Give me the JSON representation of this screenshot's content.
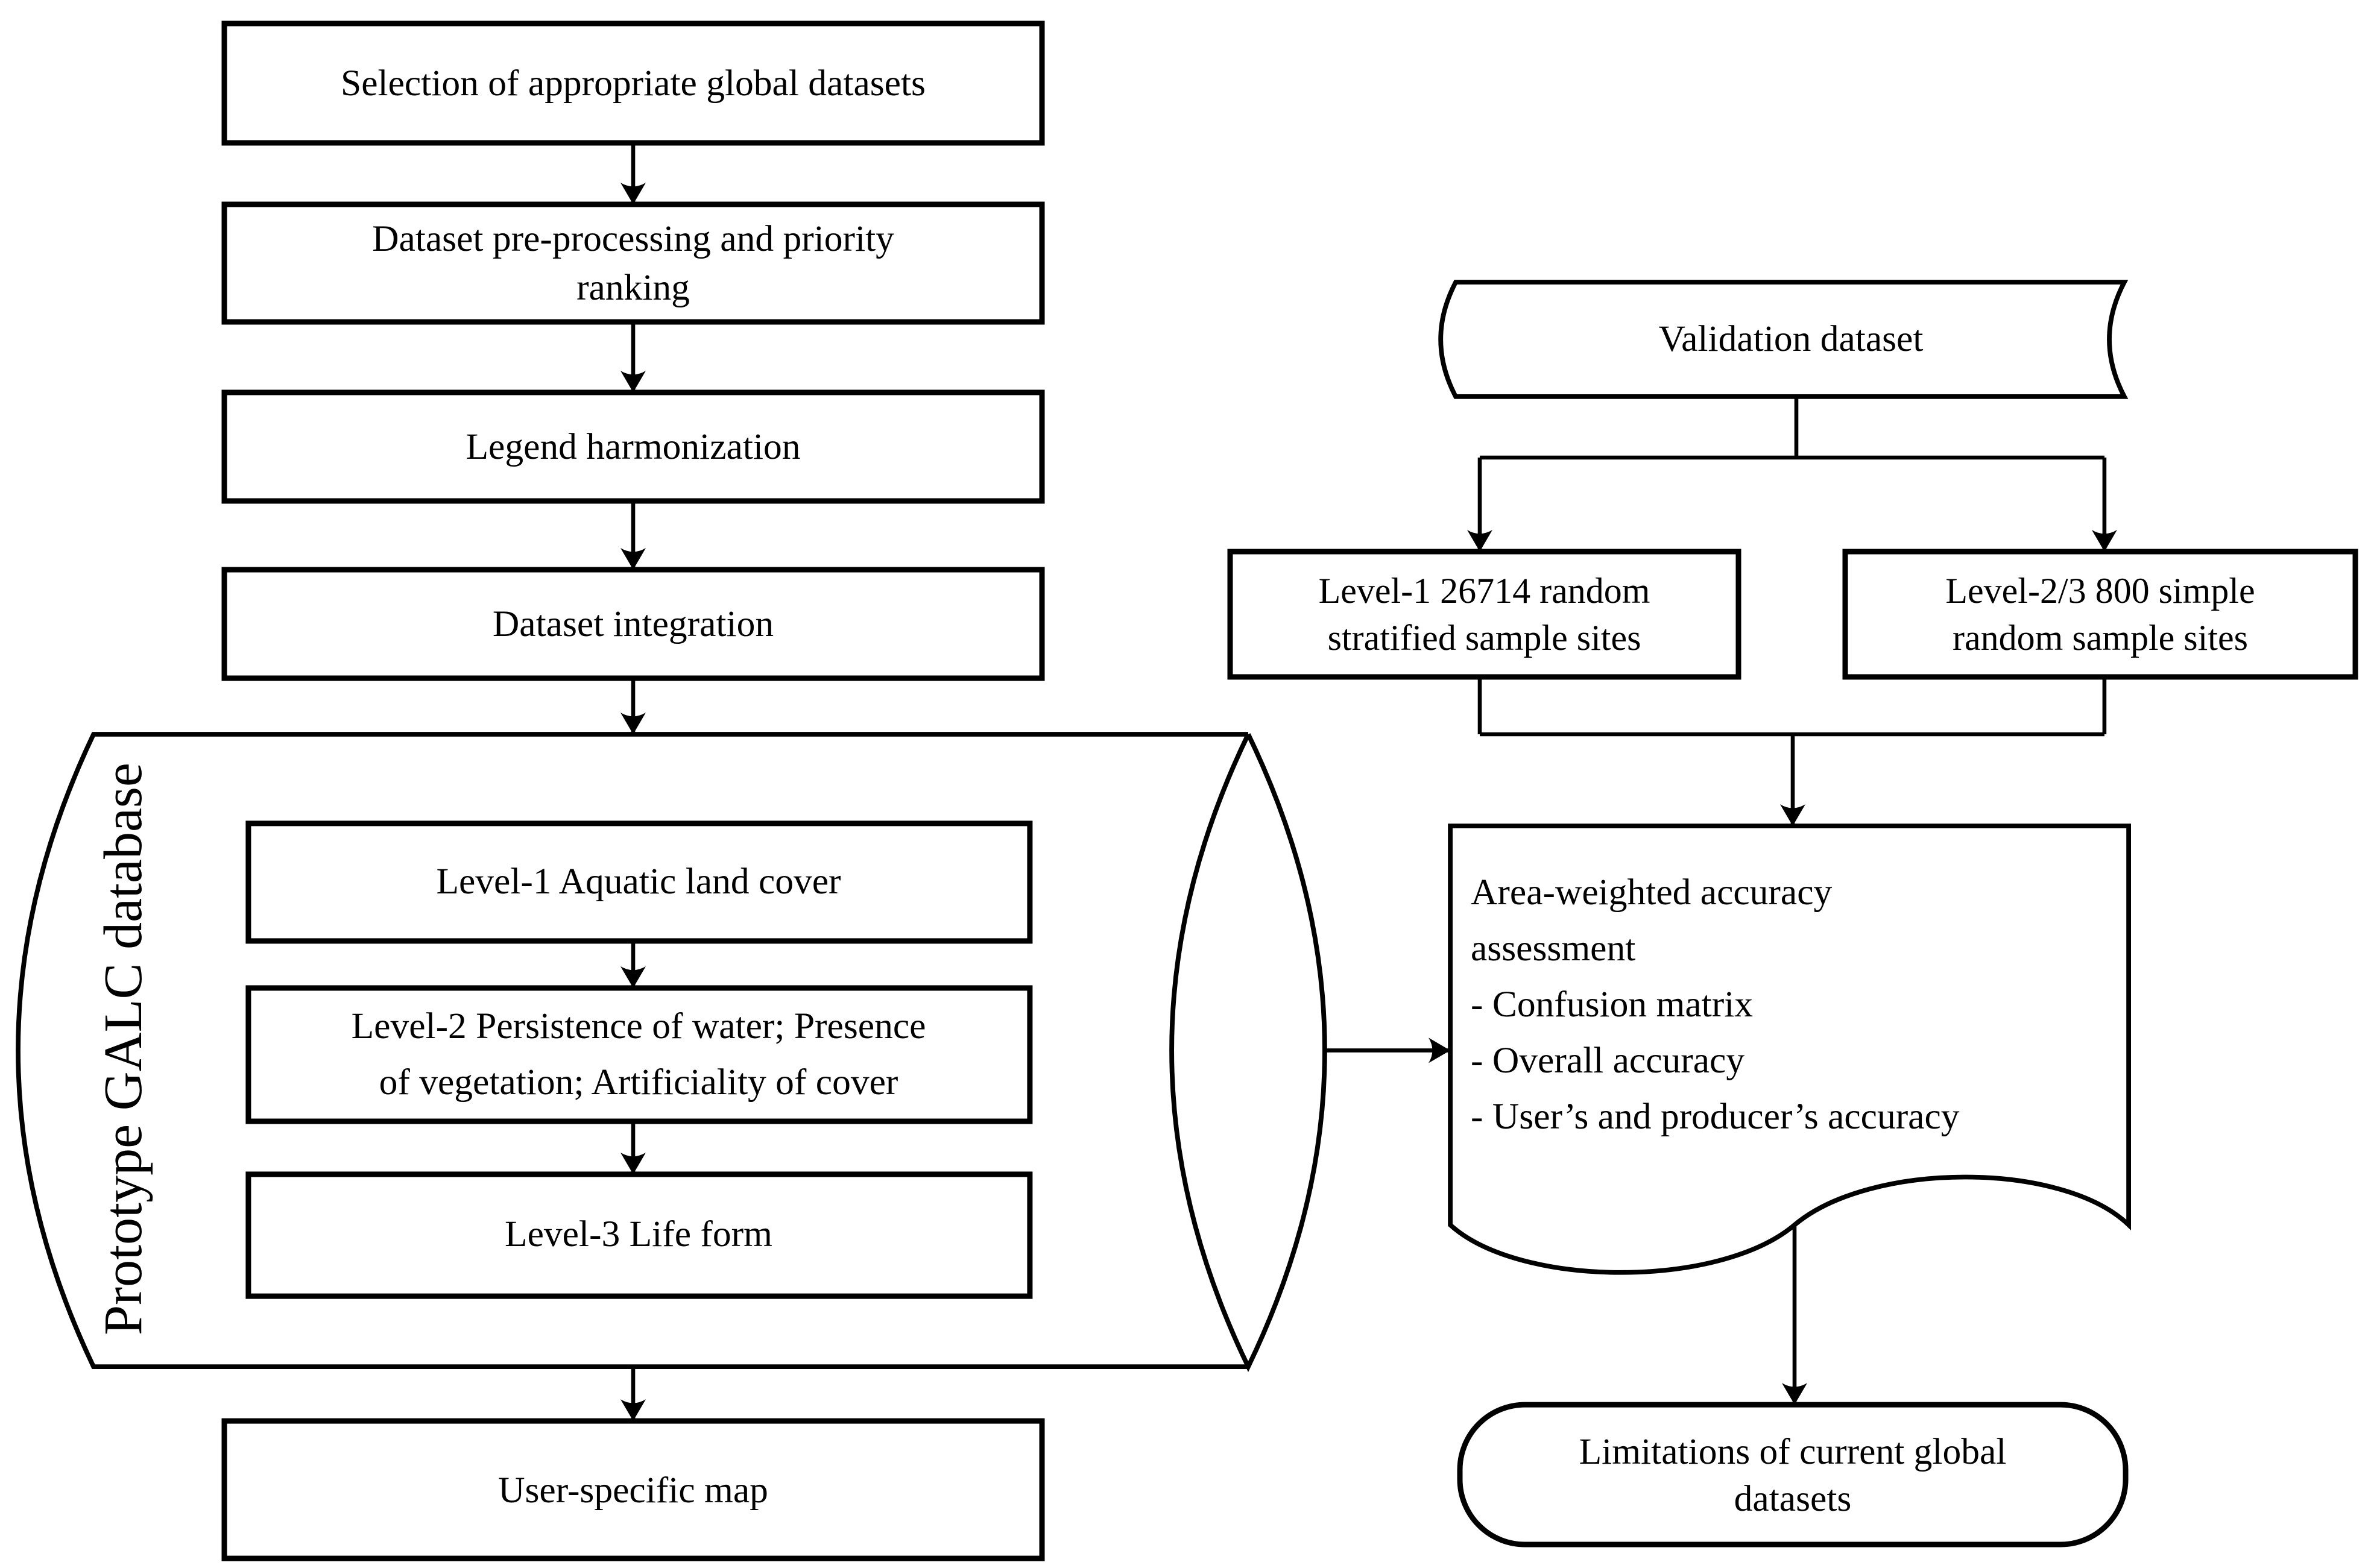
{
  "diagram": {
    "left_column": {
      "box_selection": {
        "label": "Selection of appropriate global datasets"
      },
      "box_preprocessing": {
        "line1": "Dataset pre-processing and priority",
        "line2": "ranking"
      },
      "box_legend": {
        "label": "Legend harmonization"
      },
      "box_integration": {
        "label": "Dataset integration"
      },
      "box_user_map": {
        "label": "User-specific map"
      },
      "database": {
        "label": "Prototype GALC database",
        "level1": {
          "label": "Level-1 Aquatic land cover"
        },
        "level2": {
          "line1": "Level-2 Persistence of water; Presence",
          "line2": "of vegetation; Artificiality of cover"
        },
        "level3": {
          "label": "Level-3 Life form"
        }
      }
    },
    "right_column": {
      "validation": {
        "label": "Validation dataset"
      },
      "sample_level1": {
        "line1": "Level-1 26714 random",
        "line2": "stratified sample sites"
      },
      "sample_level23": {
        "line1": "Level-2/3 800 simple",
        "line2": "random sample sites"
      },
      "assessment": {
        "lines": [
          "Area-weighted accuracy",
          "assessment",
          "- Confusion matrix",
          "- Overall accuracy",
          "- User’s and producer’s accuracy"
        ]
      },
      "limitations": {
        "line1": "Limitations of current global",
        "line2": "datasets"
      }
    },
    "colors": {
      "stroke": "#000000",
      "background": "#ffffff"
    }
  }
}
